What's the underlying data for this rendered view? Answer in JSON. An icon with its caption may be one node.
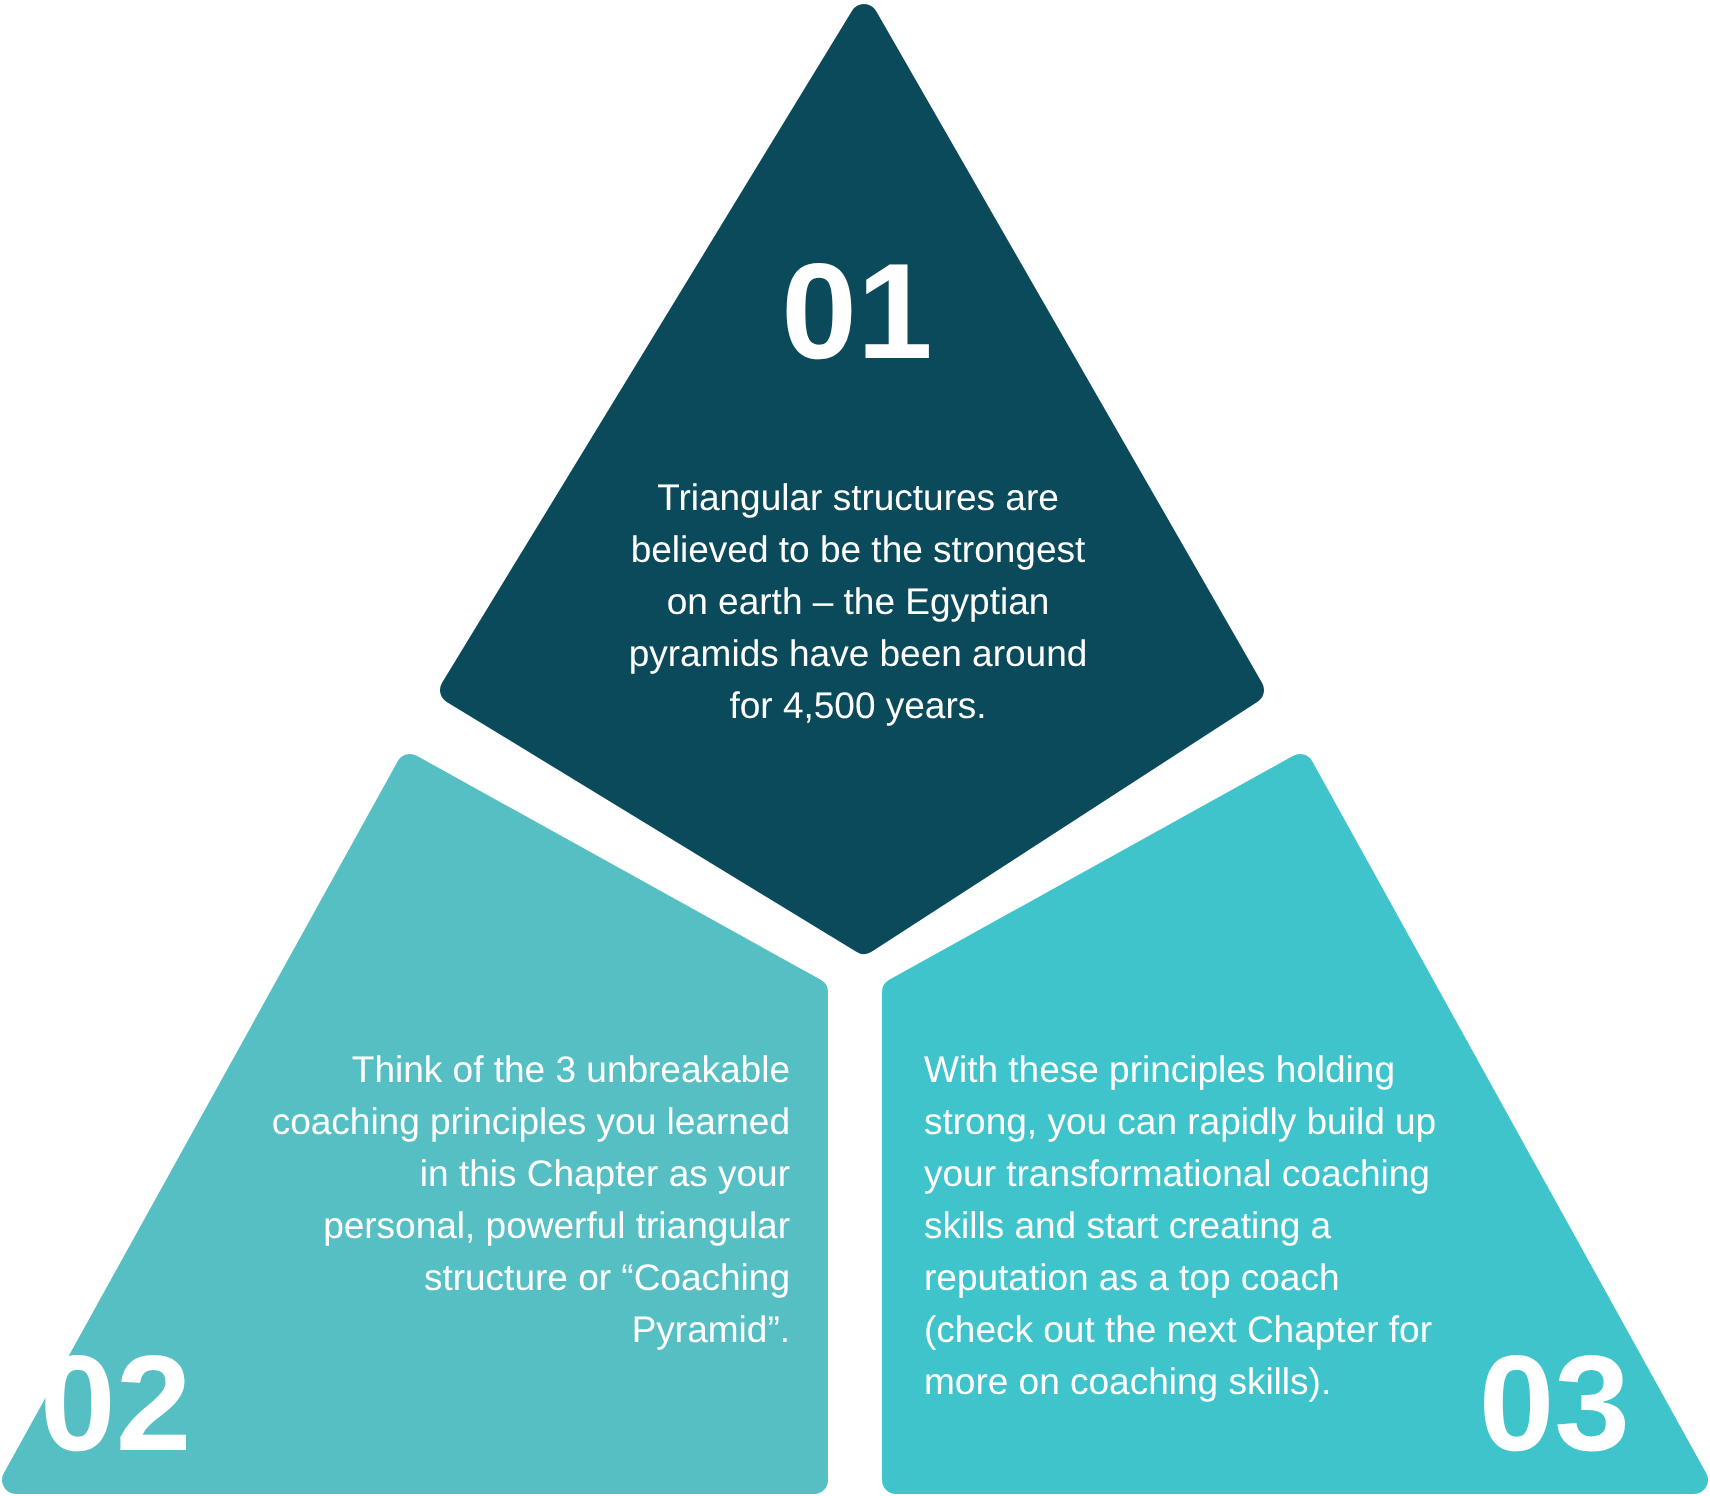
{
  "diagram": {
    "nodes": [
      {
        "text": [
          "01",
          "Triangular structures are believed to be the strongest on earth – the Egyptian pyramids have been around for 4,500 years."
        ]
      },
      {
        "text": [
          "Think of the 3 unbreakable coaching principles you learned in this Chapter as your personal, powerful triangular structure or “Coaching Pyramid”.",
          "02"
        ]
      },
      {
        "text": [
          "With these principles holding strong, you can rapidly build up your transformational coaching skills and start creating a reputation as a top coach (check out the next Chapter for more on coaching skills).",
          "03"
        ]
      }
    ]
  }
}
